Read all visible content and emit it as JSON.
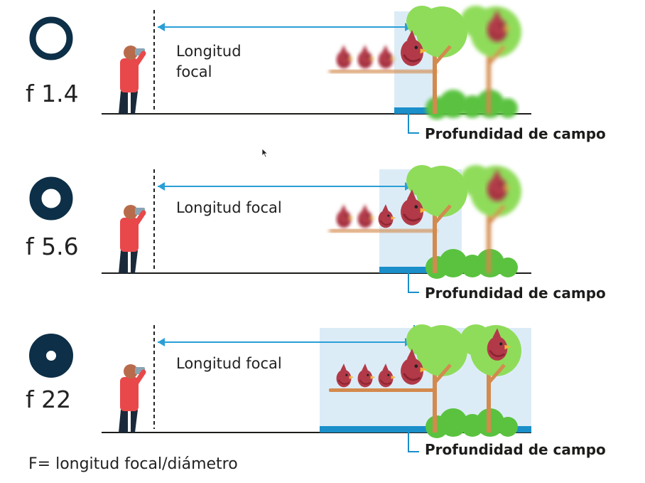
{
  "colors": {
    "aperture": "#0d2f47",
    "arrow": "#2a9fd6",
    "dof_zone": "#dcecf7",
    "dof_bar": "#1a8fc9",
    "ground": "#1d1d1b",
    "bird": "#b23a48",
    "branch": "#d38a4e",
    "tree_light": "#8fdc5a",
    "tree_dark": "#5ac23f",
    "person_shirt": "#e8484a",
    "person_pants": "#1b2a3a"
  },
  "panels": [
    {
      "fstop": "f 1.4",
      "focal_label": "Longitud\nfocal",
      "dof_label": "Profundidad de campo",
      "aperture_icon": "aperture-wide-icon"
    },
    {
      "fstop": "f 5.6",
      "focal_label": "Longitud focal",
      "dof_label": "Profundidad de campo",
      "aperture_icon": "aperture-medium-icon"
    },
    {
      "fstop": "f 22",
      "focal_label": "Longitud focal",
      "dof_label": "Profundidad de campo",
      "aperture_icon": "aperture-narrow-icon"
    }
  ],
  "formula": "F= longitud focal/diámetro"
}
